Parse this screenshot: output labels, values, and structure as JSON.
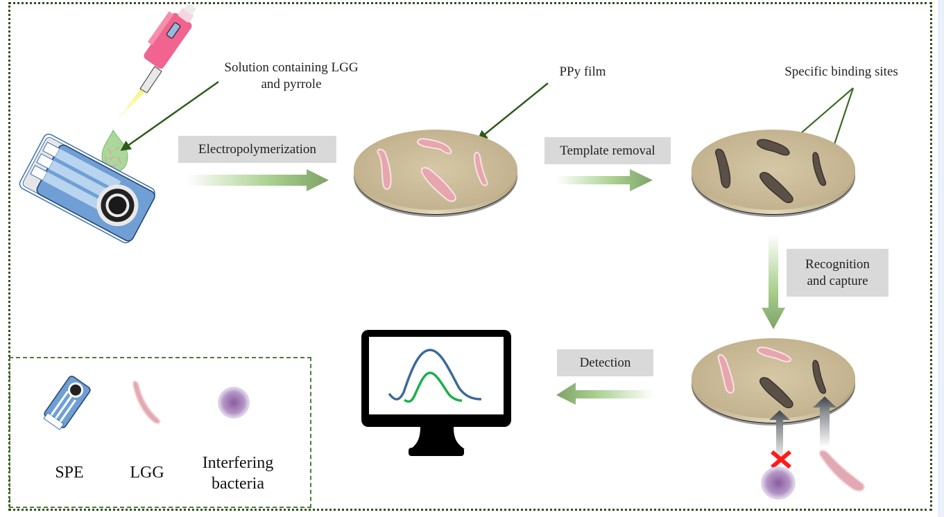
{
  "diagram": {
    "steps": [
      {
        "id": "electropolymerization",
        "label": "Electropolymerization"
      },
      {
        "id": "template-removal",
        "label": "Template removal"
      },
      {
        "id": "recognition-capture",
        "label": "Recognition and capture",
        "lines": [
          "Recognition",
          "and capture"
        ]
      },
      {
        "id": "detection",
        "label": "Detection"
      }
    ],
    "annotations": {
      "solution": {
        "lines": [
          "Solution containing LGG",
          "and pyrrole"
        ]
      },
      "ppy_film": "PPy film",
      "binding_sites": "Specific binding sites"
    },
    "legend": {
      "items": [
        {
          "icon": "spe-electrode-icon",
          "lines": [
            "SPE"
          ]
        },
        {
          "icon": "lgg-bacterium-icon",
          "lines": [
            "LGG"
          ]
        },
        {
          "icon": "interfering-bacterium-icon",
          "lines": [
            "Interfering",
            "bacteria"
          ]
        }
      ]
    },
    "colors": {
      "border_green": "#2f4f1f",
      "arrow_green": "#7fa268",
      "label_gray": "#d9d9d9",
      "pipette_pink": "#f0648f",
      "spe_blue": "#6f9fd4",
      "lgg_pink": "#e5a5ad",
      "binding_site_dark": "#5a5048",
      "disc_beige": "#cbbb98",
      "curve_blue": "#3b6a9a",
      "curve_green": "#19b04a",
      "interfering_purple": "#9a72b0",
      "block_red": "#ff1a1a"
    }
  }
}
